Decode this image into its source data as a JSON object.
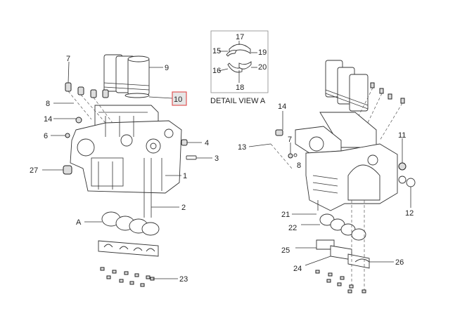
{
  "diagram": {
    "title": "Engine block exploded parts diagram",
    "detail_view": {
      "caption": "DETAIL VIEW A",
      "labels": [
        "17",
        "15",
        "19",
        "16",
        "20",
        "18"
      ]
    },
    "left_labels": {
      "l7": "7",
      "l9": "9",
      "l10": "10",
      "l8": "8",
      "l14": "14",
      "l6": "6",
      "l4": "4",
      "l3": "3",
      "l27": "27",
      "l1": "1",
      "l2": "2",
      "lA": "A",
      "l23": "23"
    },
    "right_labels": {
      "l14": "14",
      "l13": "13",
      "l7": "7",
      "l8": "8",
      "l11": "11",
      "l12": "12",
      "l21": "21",
      "l22": "22",
      "l25": "25",
      "l24": "24",
      "l26": "26"
    },
    "colors": {
      "highlight_border": "#e05555",
      "highlight_fill": "#e6e6e6"
    }
  }
}
